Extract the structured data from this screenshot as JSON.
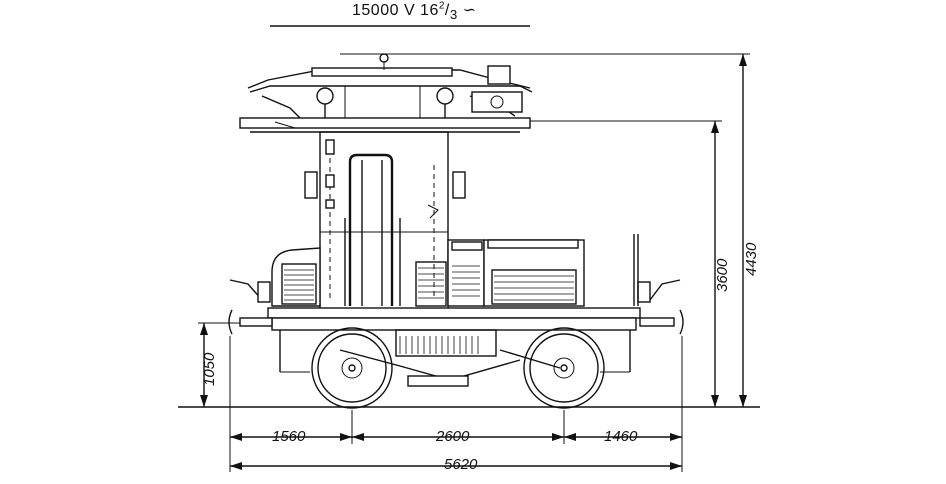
{
  "header": {
    "voltage": "15000 V 16",
    "frequency_fraction_num": "2",
    "frequency_fraction_den": "3",
    "ac_symbol": "∽"
  },
  "dimensions": {
    "total_height": "4430",
    "cab_height": "3600",
    "buffer_height": "1050",
    "front_overhang": "1560",
    "wheelbase": "2600",
    "rear_overhang": "1460",
    "total_length": "5620"
  }
}
